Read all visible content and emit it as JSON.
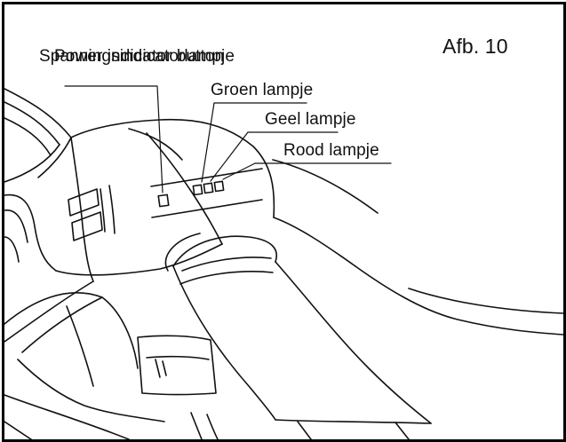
{
  "figure": {
    "label": "Afb. 10"
  },
  "callouts": {
    "overlapping_a": "Spanningsindicatorlampje",
    "overlapping_b": "Power indicator button",
    "green": "Groen lampje",
    "yellow": "Geel lampje",
    "red": "Rood lampje"
  },
  "colors": {
    "line": "#111111",
    "background": "#ffffff",
    "frame": "#000000"
  }
}
